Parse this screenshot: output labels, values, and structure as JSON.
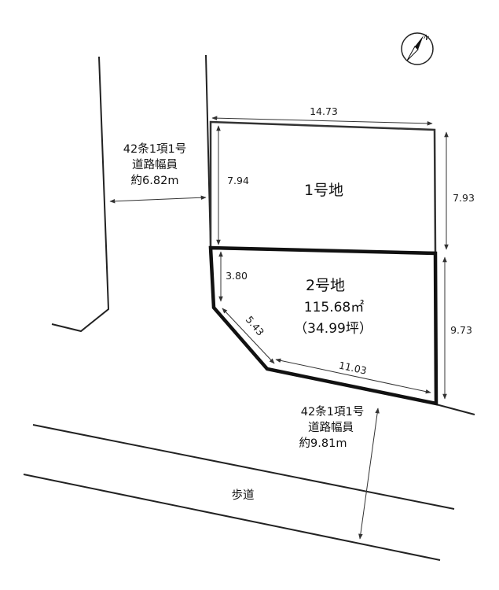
{
  "lot1": {
    "name": "1号地",
    "dim_top": "14.73",
    "dim_left": "7.94",
    "dim_right": "7.93"
  },
  "lot2": {
    "name": "2号地",
    "area_sqm": "115.68㎡",
    "area_tsubo": "（34.99坪）",
    "dim_left": "3.80",
    "dim_chamfer": "5.43",
    "dim_bottom": "11.03",
    "dim_right": "9.73"
  },
  "road_west": {
    "line1": "42条1項1号",
    "line2": "道路幅員",
    "line3": "約6.82m"
  },
  "road_south": {
    "line1": "42条1項1号",
    "line2": "道路幅員",
    "line3": "約9.81m"
  },
  "sidewalk_label": "歩道",
  "compass_label": "N"
}
